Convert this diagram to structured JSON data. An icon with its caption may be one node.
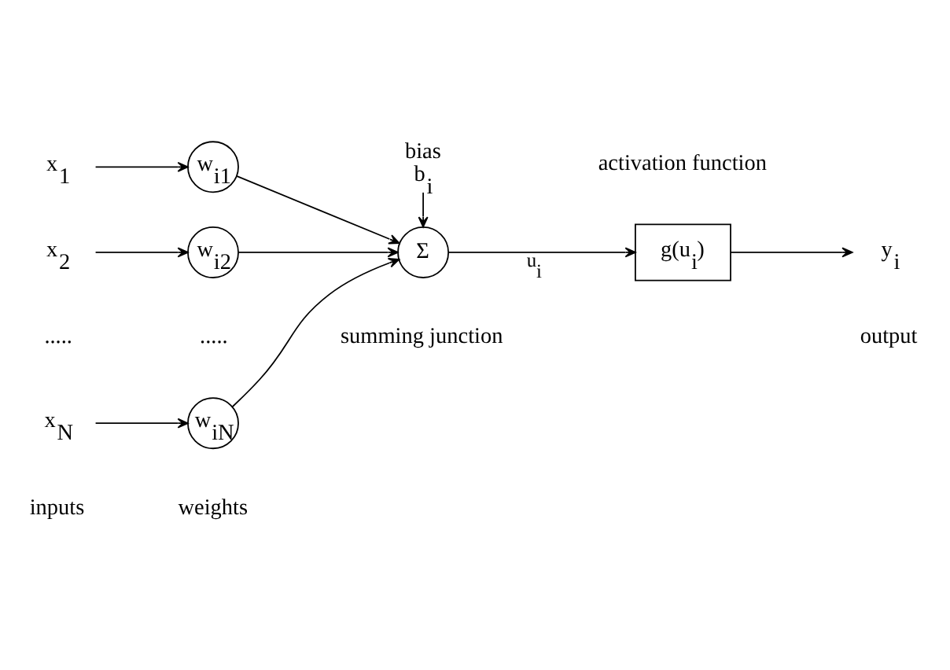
{
  "diagram": {
    "nodes": [
      {
        "text": [
          "x$_{1}$"
        ]
      },
      {
        "text": [
          "w$_{i1}$"
        ]
      },
      {
        "text": [
          "x$_{2}$"
        ]
      },
      {
        "text": [
          "w$_{i2}$"
        ]
      },
      {
        "text": [
          "x$_{N}$"
        ]
      },
      {
        "text": [
          "w$_{iN}$"
        ]
      },
      {
        "text": [
          "bias",
          "b$_{i}$"
        ]
      },
      {
        "text": [
          "Σ"
        ],
        "beside": [
          "summing junction"
        ]
      },
      {
        "text": [
          "g(u$_{i}$)"
        ],
        "beside": [
          "activation function"
        ]
      },
      {
        "text": [
          "y$_{i}$"
        ],
        "beside": [
          "output"
        ]
      }
    ],
    "edges": [
      {
        "from": 0,
        "to": 1,
        "arrow": "to"
      },
      {
        "from": 2,
        "to": 3,
        "arrow": "to"
      },
      {
        "from": 4,
        "to": 5,
        "arrow": "to"
      },
      {
        "from": 1,
        "to": 7,
        "arrow": "to"
      },
      {
        "from": 3,
        "to": 7,
        "arrow": "to"
      },
      {
        "from": 5,
        "to": 7,
        "arrow": "to"
      },
      {
        "from": 6,
        "to": 7,
        "arrow": "to"
      },
      {
        "from": 7,
        "to": 8,
        "arrow": "to",
        "label": "u$_{i}$"
      },
      {
        "from": 8,
        "to": 9,
        "arrow": "to"
      }
    ],
    "labels": [
      ".....",
      ".....",
      "inputs",
      "weights"
    ]
  }
}
